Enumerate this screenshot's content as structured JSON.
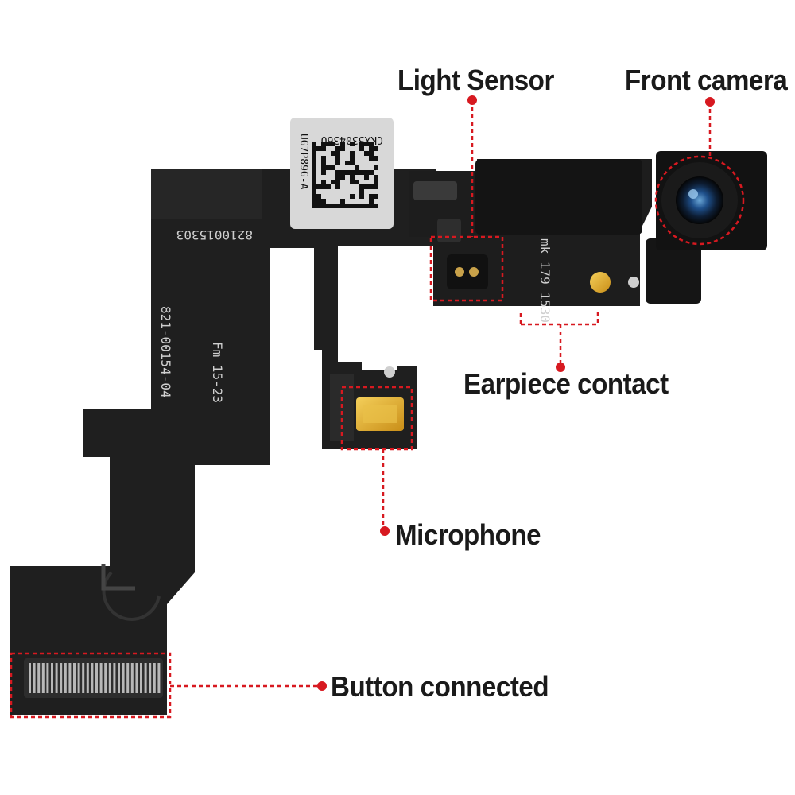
{
  "callouts": {
    "light_sensor": "Light Sensor",
    "front_camera": "Front camera",
    "earpiece_contact": "Earpiece contact",
    "microphone": "Microphone",
    "button_connected": "Button connected"
  },
  "pcb_markings": {
    "part_number_top": "821001530З",
    "part_number_side": "821-00154-04",
    "date_code": "Fm 15-23",
    "sensor_code": "mk 179 1530"
  },
  "sticker": {
    "line1": "CKX530436O",
    "line2": "UG7P89G-A"
  },
  "colors": {
    "flex_cable": "#1f1f1f",
    "callout_red": "#d71920",
    "text": "#1a1a1a",
    "gold_contact": "#d9a520"
  },
  "icons": {
    "sticker": "datamatrix-icon",
    "connector": "connector-pins-icon",
    "camera": "camera-lens-icon"
  }
}
